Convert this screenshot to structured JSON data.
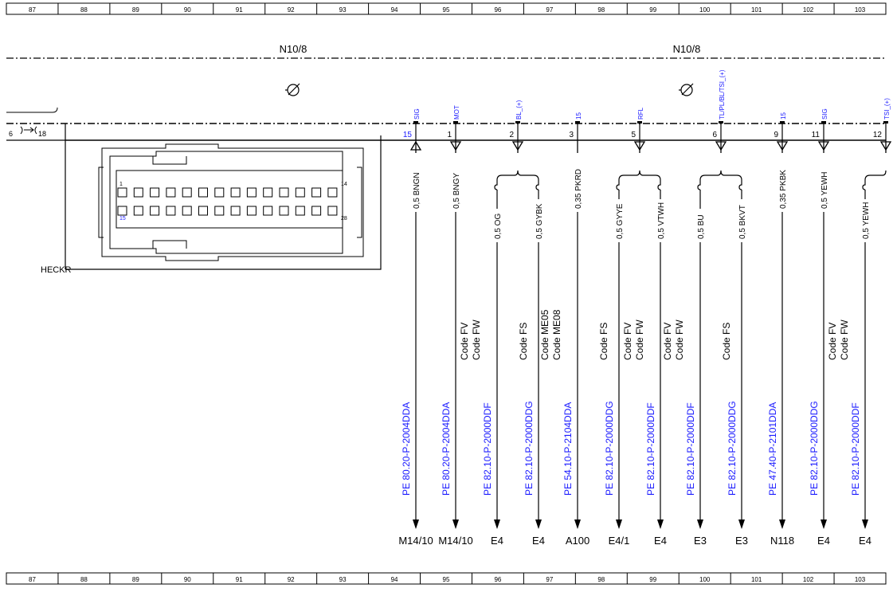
{
  "grid": {
    "columns": [
      "87",
      "88",
      "89",
      "90",
      "91",
      "92",
      "93",
      "94",
      "95",
      "96",
      "97",
      "98",
      "99",
      "100",
      "101",
      "102",
      "103"
    ]
  },
  "component": {
    "label_left": "N10/8",
    "label_right": "N10/8",
    "connector_name": "HECKR",
    "left_stub": {
      "pin_a": "6",
      "pin_b": "18"
    },
    "pin_row_top": {
      "first": "1",
      "last": "14"
    },
    "pin_row_bottom": {
      "first": "15",
      "last": "28"
    }
  },
  "colors": {
    "line": "#000000",
    "blue_text": "#1a1aff"
  },
  "pins": [
    {
      "number": "15",
      "signal": "SIG",
      "direction": "up",
      "wires": [
        {
          "wire": "0,5 BNGN",
          "code": [],
          "ref": "PE 80.20-P-2004DDA",
          "dest": "M14/10"
        }
      ]
    },
    {
      "number": "1",
      "signal": "MOT",
      "direction": "down",
      "wires": [
        {
          "wire": "0,5 BNGY",
          "code": [],
          "ref": "PE 80.20-P-2004DDA",
          "dest": "M14/10"
        }
      ]
    },
    {
      "number": "2",
      "signal": "BL_(+)",
      "direction": "down",
      "wires": [
        {
          "wire": "0,5 OG",
          "code": [
            "Code FV",
            "Code FW"
          ],
          "ref": "PE 82.10-P-2000DDF",
          "dest": "E4"
        },
        {
          "wire": "0,5 GYBK",
          "code": [
            "Code FS"
          ],
          "ref": "PE 82.10-P-2000DDG",
          "dest": "E4"
        }
      ]
    },
    {
      "number": "3",
      "signal": "15",
      "direction": "none",
      "wires": [
        {
          "wire": "0,35 PKRD",
          "code": [
            "Code ME05",
            "Code ME08"
          ],
          "ref": "PE 54.10-P-2104DDA",
          "dest": "A100"
        }
      ]
    },
    {
      "number": "5",
      "signal": "RFL",
      "direction": "down",
      "wires": [
        {
          "wire": "0,5 GYYE",
          "code": [
            "Code FS"
          ],
          "ref": "PE 82.10-P-2000DDG",
          "dest": "E4/1"
        },
        {
          "wire": "0,5 VTWH",
          "code": [
            "Code FV",
            "Code FW"
          ],
          "ref": "PE 82.10-P-2000DDF",
          "dest": "E4"
        }
      ]
    },
    {
      "number": "6",
      "signal": "TL/PL/BL/TSI_(+)",
      "direction": "down",
      "wires": [
        {
          "wire": "0,5 BU",
          "code": [
            "Code FV",
            "Code FW"
          ],
          "ref": "PE 82.10-P-2000DDF",
          "dest": "E3"
        },
        {
          "wire": "0,5 BKVT",
          "code": [
            "Code FS"
          ],
          "ref": "PE 82.10-P-2000DDG",
          "dest": "E3"
        }
      ]
    },
    {
      "number": "9",
      "signal": "15",
      "direction": "down",
      "wires": [
        {
          "wire": "0,35 PKBK",
          "code": [],
          "ref": "PE 47.40-P-2101DDA",
          "dest": "N118"
        }
      ]
    },
    {
      "number": "11",
      "signal": "SIG",
      "direction": "down",
      "wires": [
        {
          "wire": "0,5 YEWH",
          "code": [],
          "ref": "PE 82.10-P-2000DDG",
          "dest": "E4"
        }
      ]
    },
    {
      "number": "12",
      "signal": "TSI_(+)",
      "direction": "down",
      "wires": [
        {
          "wire": "0,5 YEWH",
          "code": [
            "Code FV",
            "Code FW"
          ],
          "ref": "PE 82.10-P-2000DDF",
          "dest": "E4"
        }
      ]
    }
  ]
}
